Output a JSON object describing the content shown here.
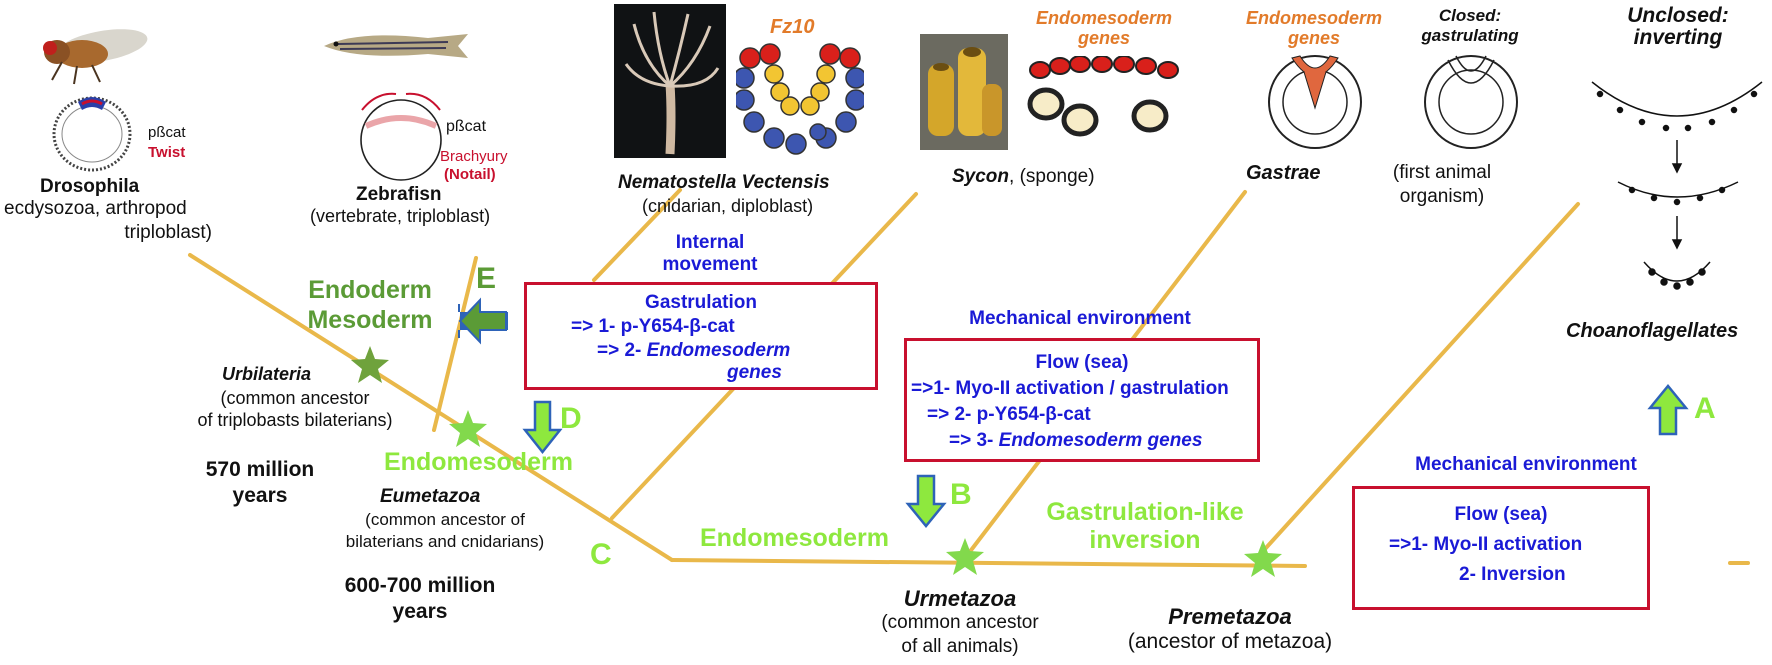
{
  "colors": {
    "branch": "#e9b84a",
    "box_border": "#c8102e",
    "blue_text": "#1a1ad6",
    "orange_text": "#e27b2a",
    "endoderm_green": "#5b9b36",
    "lime_green": "#8ee83e",
    "star_green": "#82d94c",
    "urbilateria_star": "#6fa23c"
  },
  "taxa": {
    "drosophila": {
      "name": "Drosophila",
      "desc1": "ecdysozoa, arthropod",
      "desc2": "triploblast)",
      "label_pbcat": "pßcat",
      "label_twist": "Twist"
    },
    "zebrafish": {
      "name": "Zebrafisn",
      "desc": "(vertebrate, triploblast)",
      "label_pbcat": "pßcat",
      "label_brachyury": "Brachyury",
      "label_notail": "(Notail)"
    },
    "nematostella": {
      "name": "Nematostella Vectensis",
      "desc": "(cnidarian, diploblast)",
      "fz10": "Fz10"
    },
    "sycon": {
      "name": "Sycon",
      "suffix": ", (sponge)",
      "endo_line1": "Endomesoderm",
      "endo_line2": "genes"
    },
    "gastrae": {
      "name": "Gastrae",
      "endo_line1": "Endomesoderm",
      "endo_line2": "genes",
      "closed1": "Closed:",
      "closed2": "gastrulating",
      "desc1": "(first animal",
      "desc2": "organism)"
    },
    "choano": {
      "unclosed1": "Unclosed:",
      "unclosed2": "inverting",
      "name": "Choanoflagellates"
    }
  },
  "nodes": {
    "urbilateria": {
      "name": "Urbilateria",
      "desc1": "(common ancestor",
      "desc2": "of triplobasts bilaterians)",
      "time1": "570 million",
      "time2": "years"
    },
    "eumetazoa": {
      "name": "Eumetazoa",
      "desc1": "(common ancestor of",
      "desc2": "bilaterians and cnidarians)",
      "time1": "600-700 million",
      "time2": "years"
    },
    "urmetazoa": {
      "name": "Urmetazoa",
      "desc1": "(common ancestor",
      "desc2": "of all animals)"
    },
    "premetazoa": {
      "name": "Premetazoa",
      "desc": "(ancestor of metazoa)"
    }
  },
  "events": {
    "endoderm1": "Endoderm",
    "endoderm2": "Mesoderm",
    "endomesoderm_d": "Endomesoderm",
    "endomesoderm_b": "Endomesoderm",
    "gastrulation_like1": "Gastrulation-like",
    "gastrulation_like2": "inversion",
    "letter_a": "A",
    "letter_b": "B",
    "letter_c": "C",
    "letter_d": "D",
    "letter_e": "E"
  },
  "boxes": {
    "gastrulation": {
      "header1": "Internal",
      "header2": "movement",
      "title": "Gastrulation",
      "line1": "=> 1- p-Y654-β-cat",
      "line2_prefix": "=> 2- ",
      "line2_italic": "Endomesoderm",
      "line3": "genes"
    },
    "flow_b": {
      "header": "Mechanical environment",
      "title": "Flow (sea)",
      "line1": "=>1- Myo-II activation / gastrulation",
      "line2": "=> 2- p-Y654-β-cat",
      "line3_prefix": "=> 3- ",
      "line3_italic": "Endomesoderm genes"
    },
    "flow_a": {
      "header": "Mechanical environment",
      "title": "Flow (sea)",
      "line1": "=>1- Myo-II activation",
      "line2": "2- Inversion"
    }
  }
}
